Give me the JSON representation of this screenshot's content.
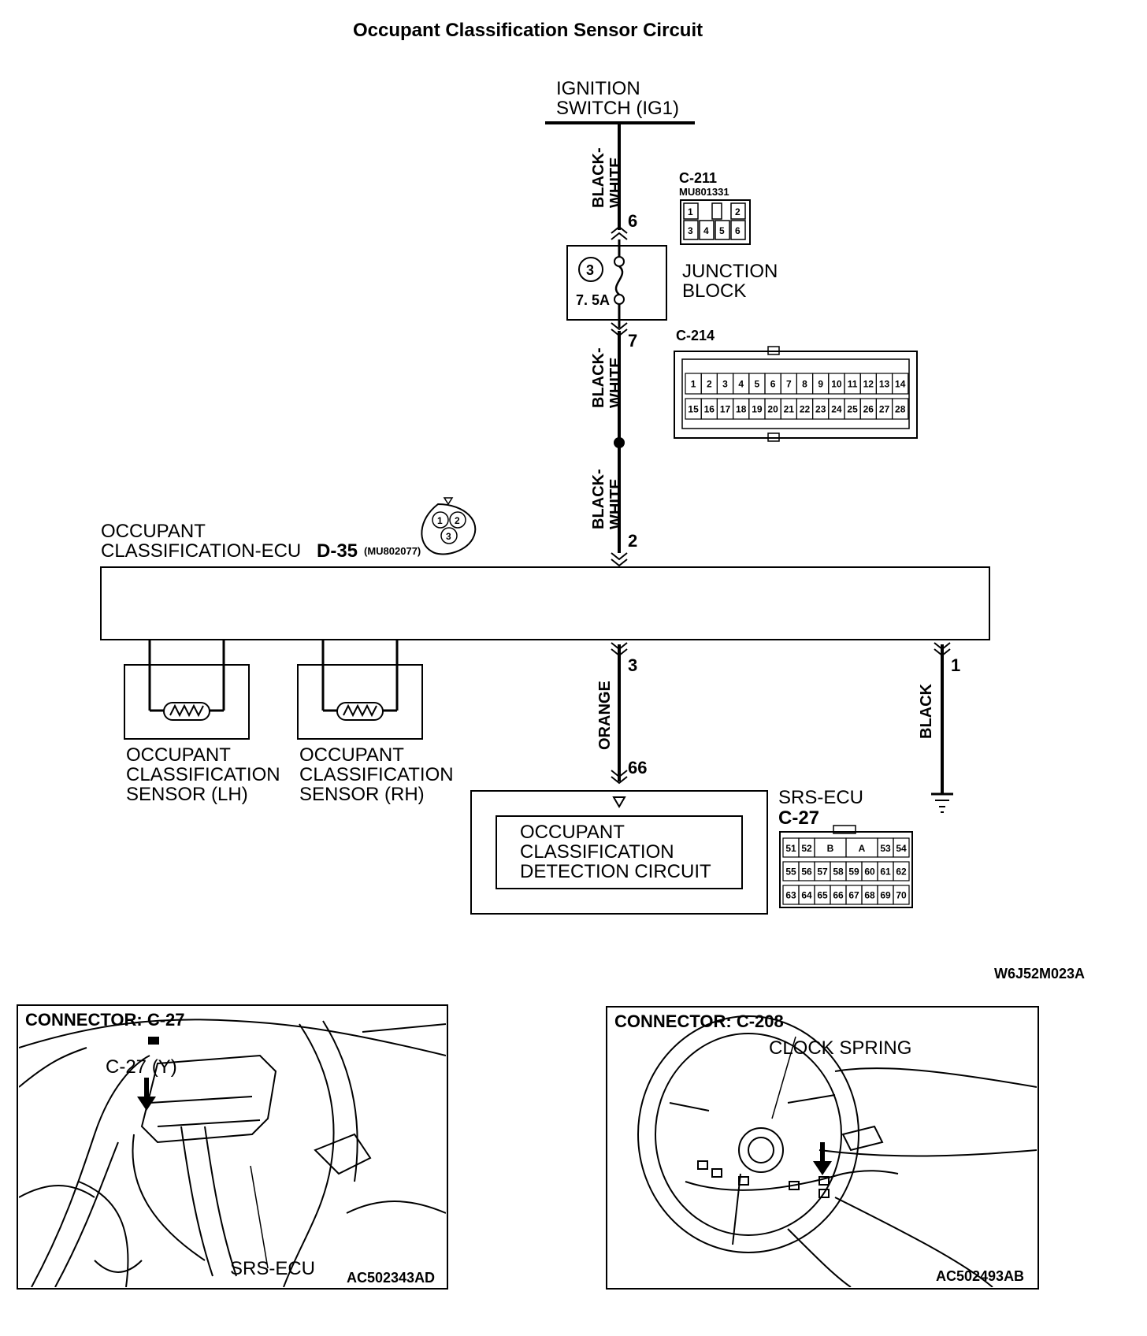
{
  "title": "Occupant Classification Sensor Circuit",
  "ignition": {
    "line1": "IGNITION",
    "line2": "SWITCH (IG1)"
  },
  "wires": {
    "top": {
      "line1": "BLACK-",
      "line2": "WHITE"
    },
    "mid": {
      "line1": "BLACK-",
      "line2": "WHITE"
    },
    "low": {
      "line1": "BLACK-",
      "line2": "WHITE"
    },
    "orange": "ORANGE",
    "black": "BLACK"
  },
  "pins": {
    "p6": "6",
    "p7": "7",
    "p2": "2",
    "p3": "3",
    "p1": "1",
    "p66": "66"
  },
  "c211": {
    "name": "C-211",
    "part": "MU801331",
    "pins": [
      "1",
      "2",
      "3",
      "4",
      "5",
      "6"
    ]
  },
  "junction": {
    "line1": "JUNCTION",
    "line2": "BLOCK",
    "fuse_no": "3",
    "fuse_rating": "7. 5A"
  },
  "c214": {
    "name": "C-214",
    "row1": [
      "1",
      "2",
      "3",
      "4",
      "5",
      "6",
      "7",
      "8",
      "9",
      "10",
      "11",
      "12",
      "13",
      "14"
    ],
    "row2": [
      "15",
      "16",
      "17",
      "18",
      "19",
      "20",
      "21",
      "22",
      "23",
      "24",
      "25",
      "26",
      "27",
      "28"
    ]
  },
  "ecu": {
    "line1": "OCCUPANT",
    "line2": "CLASSIFICATION-ECU",
    "code": "D-35",
    "part": "(MU802077)",
    "pins": [
      "1",
      "2",
      "3"
    ]
  },
  "sensor_lh": {
    "line1": "OCCUPANT",
    "line2": "CLASSIFICATION",
    "line3": "SENSOR (LH)"
  },
  "sensor_rh": {
    "line1": "OCCUPANT",
    "line2": "CLASSIFICATION",
    "line3": "SENSOR (RH)"
  },
  "detect": {
    "line1": "OCCUPANT",
    "line2": "CLASSIFICATION",
    "line3": "DETECTION CIRCUIT"
  },
  "srs": {
    "name": "SRS-ECU",
    "code": "C-27",
    "row1": [
      "51",
      "52",
      "B",
      "A",
      "53",
      "54"
    ],
    "row2": [
      "55",
      "56",
      "57",
      "58",
      "59",
      "60",
      "61",
      "62"
    ],
    "row3": [
      "63",
      "64",
      "65",
      "66",
      "67",
      "68",
      "69",
      "70"
    ]
  },
  "figure_code": "W6J52M023A",
  "panel_left": {
    "title": "CONNECTOR: C-27",
    "callout": "C-27 (Y)",
    "label": "SRS-ECU",
    "code": "AC502343AD"
  },
  "panel_right": {
    "title": "CONNECTOR: C-208",
    "label": "CLOCK SPRING",
    "code": "AC502493AB"
  }
}
